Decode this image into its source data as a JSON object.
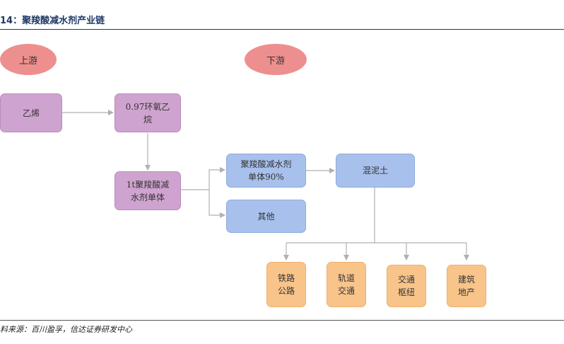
{
  "title": "14：聚羧酸减水剂产业链",
  "source": "料来源：百川盈孚，信达证券研发中心",
  "labels": {
    "upstream": "上游",
    "downstream": "下游"
  },
  "nodes": {
    "ethylene": "乙烯",
    "eo": "0.97环氧乙\n烷",
    "monomer": "1t聚羧酸减\n水剂单体",
    "pce": "聚羧酸减水剂\n单体90%",
    "other": "其他",
    "concrete": "混泥土",
    "railway": "铁路\n公路",
    "rail_transit": "轨道\n交通",
    "hub": "交通\n枢纽",
    "real_estate": "建筑\n地产"
  },
  "colors": {
    "oval": "#ee8f8f",
    "upstream_box": "#cfa3cf",
    "mid_box": "#a8c0ec",
    "end_box": "#f8c48a",
    "arrow": "#b0b0b0",
    "title": "#1f3864"
  }
}
